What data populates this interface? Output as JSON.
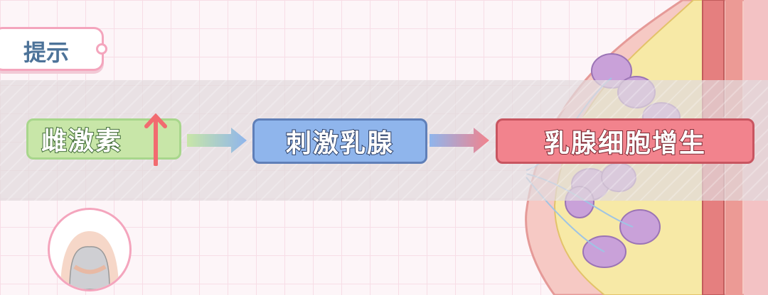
{
  "hint_label": "提示",
  "flow": {
    "step1": "雌激素",
    "step1_indicator": "up-arrow-icon",
    "step2": "刺激乳腺",
    "step3": "乳腺细胞增生"
  },
  "colors": {
    "green": "#c8e6a8",
    "blue": "#8fb5ec",
    "red": "#f2838d",
    "hint_text": "#4d7399"
  }
}
